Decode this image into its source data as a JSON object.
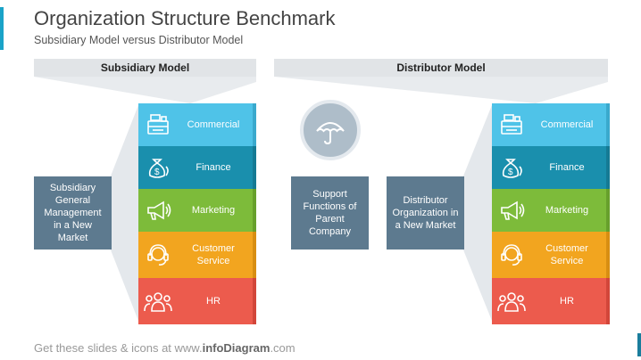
{
  "header": {
    "title": "Organization Structure Benchmark",
    "subtitle": "Subsidiary  Model versus Distributor Model"
  },
  "subsidiary": {
    "label": "Subsidiary Model",
    "source_box": "Subsidiary General Management in a New Market"
  },
  "distributor": {
    "label": "Distributor Model",
    "support_box": "Support Functions of Parent Company",
    "source_box": "Distributor Organization in a New Market"
  },
  "functions": [
    {
      "label": "Commercial",
      "icon": "cash-register-icon",
      "color": "#4fc3e8",
      "shade": "#3aa9cd"
    },
    {
      "label": "Finance",
      "icon": "money-bag-icon",
      "color": "#1a8fad",
      "shade": "#157a94"
    },
    {
      "label": "Marketing",
      "icon": "megaphone-icon",
      "color": "#7dbb3a",
      "shade": "#67a02c"
    },
    {
      "label": "Customer Service",
      "icon": "headset-icon",
      "color": "#f2a51f",
      "shade": "#d88e12"
    },
    {
      "label": "HR",
      "icon": "people-icon",
      "color": "#ec5b4d",
      "shade": "#d2463a"
    }
  ],
  "footer": {
    "prefix": "Get these slides & icons at www.",
    "brand": "infoDiagram",
    "suffix": ".com"
  }
}
